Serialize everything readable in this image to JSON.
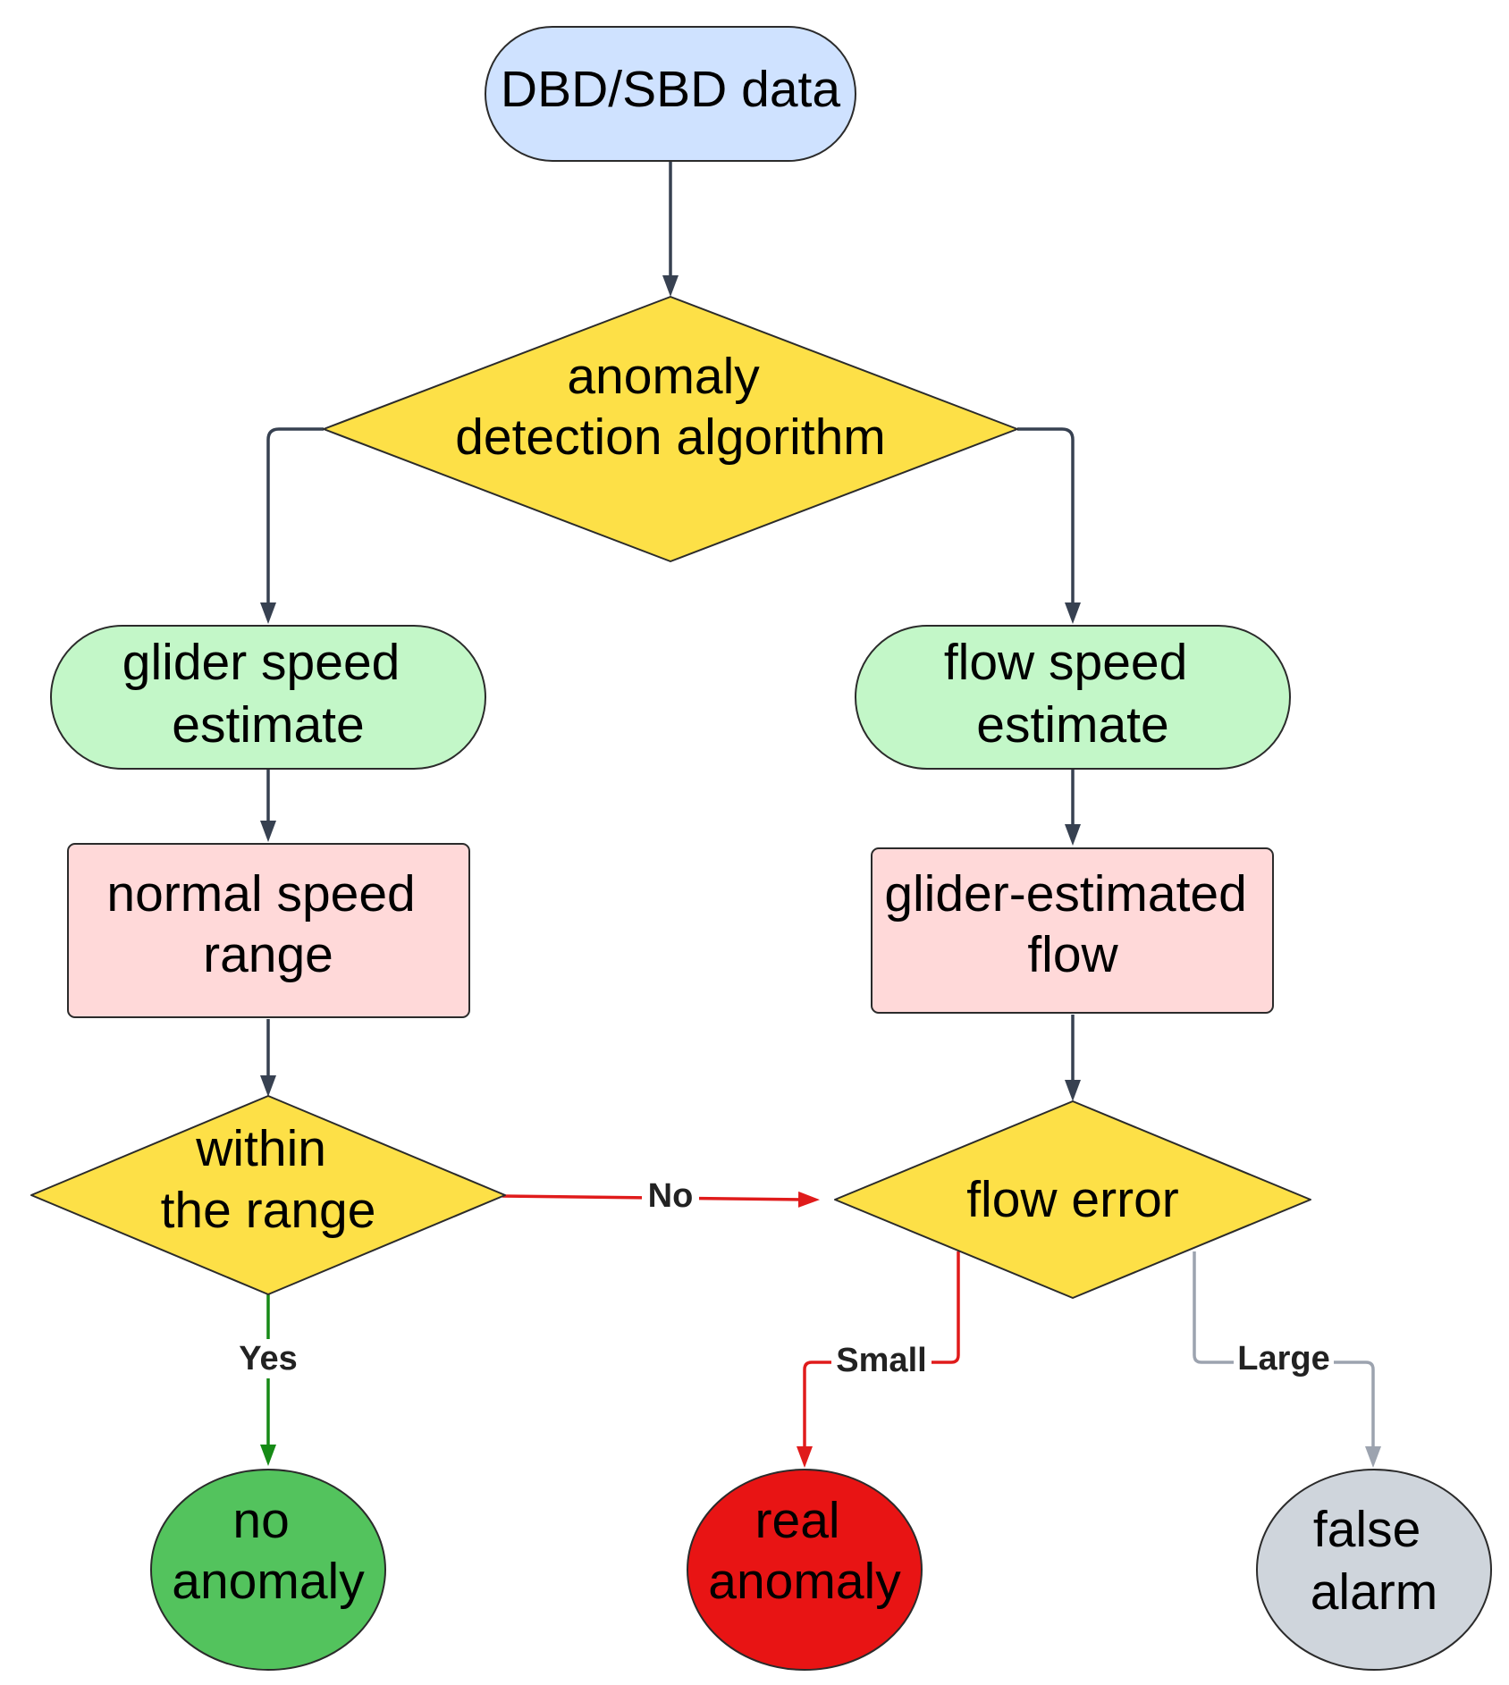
{
  "nodes": {
    "start": {
      "label": "DBD/SBD data",
      "shape": "terminator",
      "fill": "#cfe2ff"
    },
    "detect": {
      "label": "anomaly detection algorithm",
      "shape": "decision",
      "fill": "#fde047"
    },
    "glider_speed": {
      "label": "glider speed estimate",
      "shape": "terminator",
      "fill": "#c3f7c8"
    },
    "flow_speed": {
      "label": "flow speed estimate",
      "shape": "terminator",
      "fill": "#c3f7c8"
    },
    "normal_range": {
      "label": "normal speed range",
      "shape": "process",
      "fill": "#ffd9d9"
    },
    "glider_flow": {
      "label": "glider-estimated flow",
      "shape": "process",
      "fill": "#ffd9d9"
    },
    "within": {
      "label": "within the range",
      "shape": "decision",
      "fill": "#fde047"
    },
    "flow_error": {
      "label": "flow error",
      "shape": "decision",
      "fill": "#fde047"
    },
    "no_anomaly": {
      "label": "no anomaly",
      "shape": "ellipse",
      "fill": "#53c35d"
    },
    "real_anomaly": {
      "label": "real anomaly",
      "shape": "ellipse",
      "fill": "#e81414"
    },
    "false_alarm": {
      "label": "false alarm",
      "shape": "ellipse",
      "fill": "#cfd5dc"
    }
  },
  "edges": [
    {
      "from": "start",
      "to": "detect",
      "label": "",
      "color": "#374151"
    },
    {
      "from": "detect",
      "to": "glider_speed",
      "label": "",
      "color": "#374151"
    },
    {
      "from": "detect",
      "to": "flow_speed",
      "label": "",
      "color": "#374151"
    },
    {
      "from": "glider_speed",
      "to": "normal_range",
      "label": "",
      "color": "#374151"
    },
    {
      "from": "flow_speed",
      "to": "glider_flow",
      "label": "",
      "color": "#374151"
    },
    {
      "from": "normal_range",
      "to": "within",
      "label": "",
      "color": "#374151"
    },
    {
      "from": "glider_flow",
      "to": "flow_error",
      "label": "",
      "color": "#374151"
    },
    {
      "from": "within",
      "to": "flow_error",
      "label": "No",
      "color": "#e01b1b"
    },
    {
      "from": "within",
      "to": "no_anomaly",
      "label": "Yes",
      "color": "#168a16"
    },
    {
      "from": "flow_error",
      "to": "real_anomaly",
      "label": "Small",
      "color": "#e01b1b"
    },
    {
      "from": "flow_error",
      "to": "false_alarm",
      "label": "Large",
      "color": "#9ca3af"
    }
  ],
  "colors": {
    "outline": "#2b2b2b",
    "default_edge": "#374151"
  }
}
